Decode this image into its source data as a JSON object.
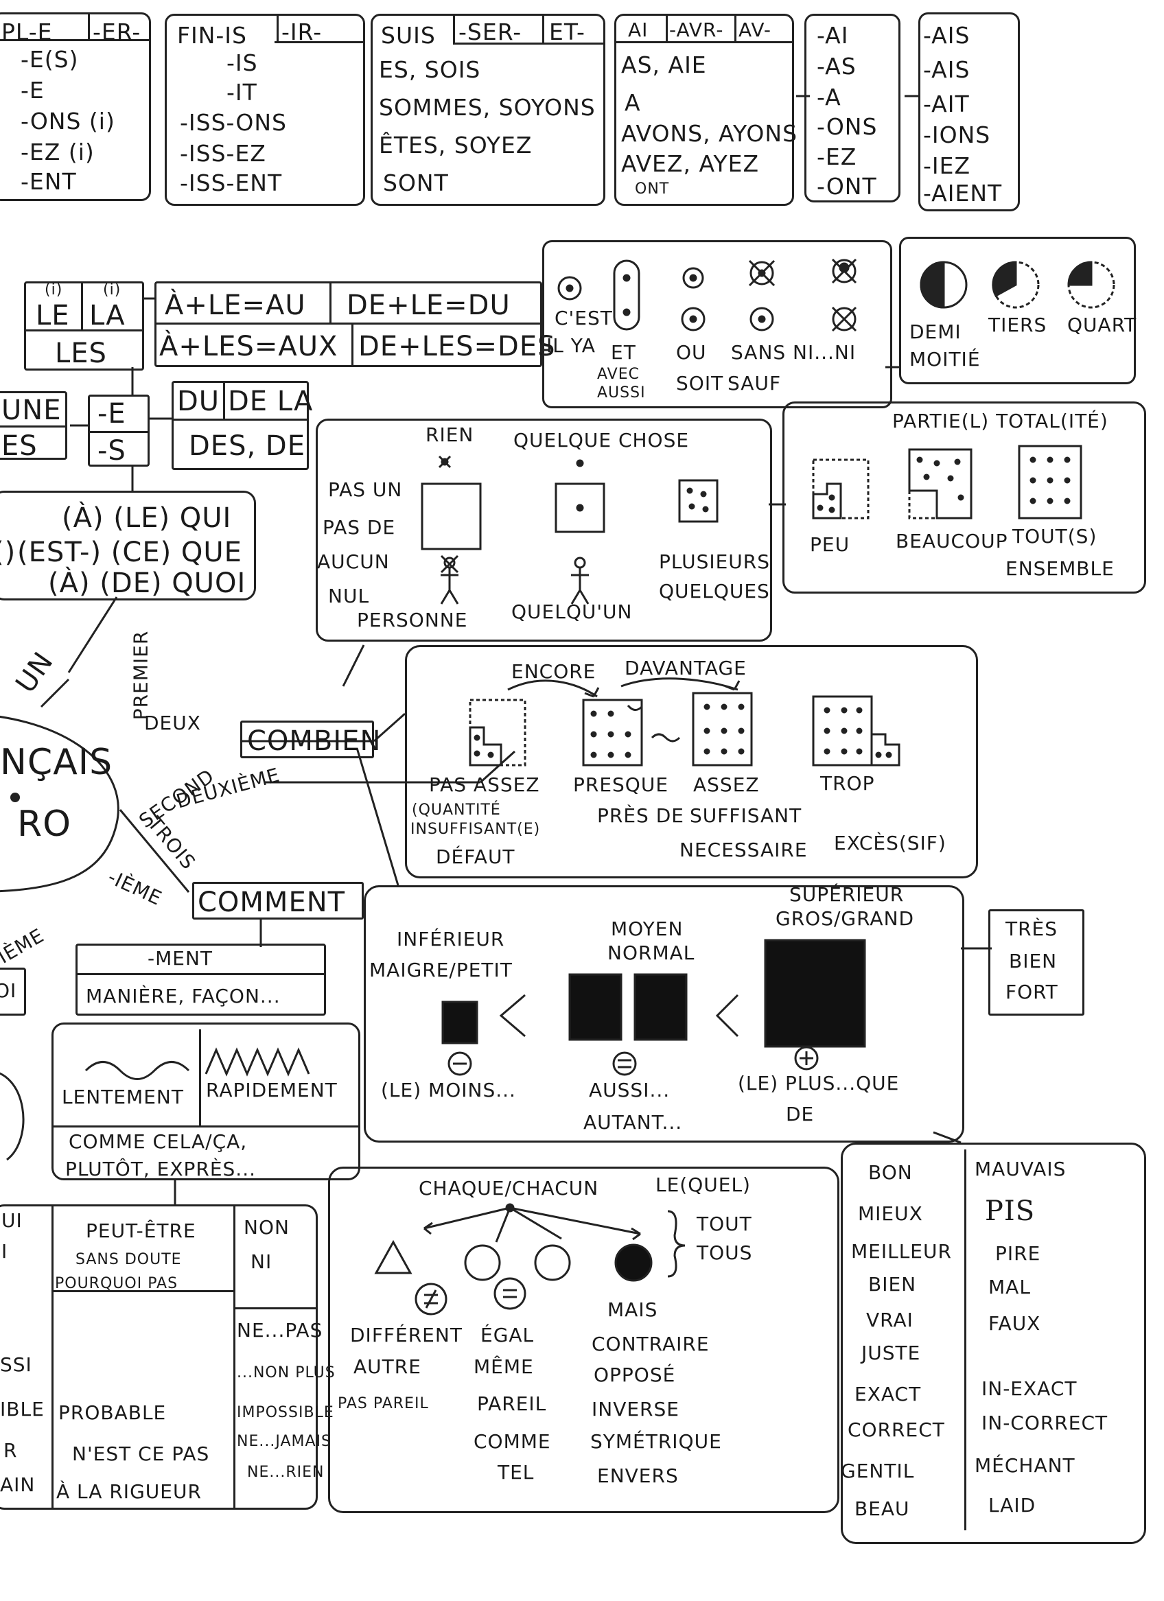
{
  "conjugation": {
    "col1": {
      "headers": [
        "PL-E",
        "-ER-"
      ],
      "rows": [
        "-E(S)",
        "-E",
        "-ONS (i)",
        "-EZ (i)",
        "-ENT"
      ]
    },
    "col2": {
      "headers": [
        "FIN-IS",
        "-IR-"
      ],
      "rows": [
        "-IS",
        "-IT",
        "-ISS-ONS",
        "-ISS-EZ",
        "-ISS-ENT"
      ]
    },
    "col3": {
      "headers": [
        "SUIS",
        "-SER-",
        "ET-"
      ],
      "rows": [
        "ES, SOIS",
        "SOMMES, SOYONS",
        "ÊTES, SOYEZ",
        "SONT"
      ]
    },
    "col4": {
      "headers": [
        "AI",
        "-AVR-",
        "AV-"
      ],
      "rows": [
        "AS, AIE",
        "A",
        "AVONS, AYONS",
        "AVEZ, AYEZ",
        "ONT"
      ]
    },
    "col5": {
      "rows": [
        "-AI",
        "-AS",
        "-A",
        "-ONS",
        "-EZ",
        "-ONT"
      ]
    },
    "col6": {
      "rows": [
        "-AIS",
        "-AIS",
        "-AIT",
        "-IONS",
        "-IEZ",
        "-AIENT"
      ]
    }
  },
  "articles": {
    "le": "LE",
    "la": "LA",
    "les": "LES",
    "mark": "(i)",
    "une": "UNE",
    "es": "ES",
    "e": "-E",
    "s": "-S",
    "du": "DU",
    "de_la": "DE LA",
    "des_de": "DES, DE"
  },
  "contractions": [
    "À+LE=AU",
    "DE+LE=DU",
    "À+LES=AUX",
    "DE+LES=DES"
  ],
  "logic": {
    "labels": [
      "C'EST",
      "IL YA",
      "ET",
      "AVEC",
      "AUSSI",
      "OU",
      "SOIT",
      "SANS",
      "SAUF",
      "NI...NI"
    ]
  },
  "fractions": {
    "labels": [
      "DEMI",
      "MOITIÉ",
      "TIERS",
      "QUART"
    ]
  },
  "quantity": {
    "left": [
      "PAS UN",
      "PAS DE",
      "AUCUN",
      "NUL"
    ],
    "top": [
      "RIEN",
      "QUELQUE CHOSE"
    ],
    "bottom": [
      "PERSONNE",
      "QUELQU'UN"
    ],
    "right": [
      "PLUSIEURS",
      "QUELQUES"
    ]
  },
  "totality": {
    "header": "PARTIE(L) TOTAL(ITÉ)",
    "labels": [
      "PEU",
      "BEAUCOUP",
      "TOUT(S)",
      "ENSEMBLE"
    ]
  },
  "relatives": {
    "lines": [
      "(À) (LE) QUI",
      "(EST-) (CE) QUE",
      "(À) (DE) QUOI"
    ],
    "partial": "()"
  },
  "wheel": {
    "center": [
      "NÇAIS",
      "RO"
    ],
    "spokes": [
      "UN",
      "PREMIER",
      "DEUX",
      "SECOND",
      "DEUXIÈME",
      "TROIS",
      "-IÈME",
      "IÈME"
    ]
  },
  "combien": {
    "label": "COMBIEN",
    "arrows": [
      "ENCORE",
      "DAVANTAGE"
    ],
    "cols": [
      [
        "PAS ASSEZ",
        "(QUANTITÉ",
        "INSUFFISANT(E)",
        "DÉFAUT"
      ],
      [
        "PRESQUE",
        "PRÈS DE"
      ],
      [
        "ASSEZ",
        "SUFFISANT",
        "NECESSAIRE"
      ],
      [
        "TROP",
        "EXCÈS(SIF)"
      ]
    ]
  },
  "comment": {
    "label": "COMMENT"
  },
  "comparison": {
    "labels": [
      "INFÉRIEUR",
      "MAIGRE/PETIT",
      "MOYEN",
      "NORMAL",
      "SUPÉRIEUR",
      "GROS/GRAND"
    ],
    "signs": [
      "−",
      "=",
      "+"
    ],
    "bottom": [
      "(LE) MOINS...",
      "AUSSI...",
      "AUTANT...",
      "(LE) PLUS...QUE",
      "DE"
    ],
    "intensity": [
      "TRÈS",
      "BIEN",
      "FORT"
    ]
  },
  "manner": {
    "header": "-MENT",
    "sub": "MANIÈRE, FAÇON...",
    "slow": "LENTEMENT",
    "fast": "RAPIDEMENT",
    "footer": [
      "COMME CELA/ÇA,",
      "PLUTÔT, EXPRÈS..."
    ]
  },
  "modality": {
    "partial": [
      "UI",
      "I",
      "SSI",
      "IBLE",
      "R",
      "AIN"
    ],
    "middle": [
      "PEUT-ÊTRE",
      "SANS DOUTE",
      "POURQUOI PAS",
      "PROBABLE",
      "N'EST CE PAS",
      "À LA RIGUEUR"
    ],
    "right": [
      "NON",
      "NI",
      "NE...PAS",
      "...NON PLUS",
      "IMPOSSIBLE",
      "NE...JAMAIS",
      "NE...RIEN"
    ],
    "left_edge": "OI"
  },
  "sets": {
    "header": [
      "CHAQUE/CHACUN",
      "LE(QUEL)"
    ],
    "tout": [
      "TOUT",
      "TOUS"
    ],
    "signs": [
      "≠",
      "="
    ],
    "mais": "MAIS",
    "col1": [
      "DIFFÉRENT",
      "AUTRE",
      "PAS PAREIL"
    ],
    "col2": [
      "ÉGAL",
      "MÊME",
      "PAREIL",
      "COMME",
      "TEL"
    ],
    "col3": [
      "CONTRAIRE",
      "OPPOSÉ",
      "INVERSE",
      "SYMÉTRIQUE",
      "ENVERS"
    ]
  },
  "quality": {
    "good": [
      "BON",
      "MIEUX",
      "MEILLEUR",
      "BIEN",
      "VRAI",
      "JUSTE",
      "EXACT",
      "CORRECT",
      "GENTIL",
      "BEAU"
    ],
    "bad": [
      "MAUVAIS",
      "PIS",
      "PIRE",
      "MAL",
      "FAUX",
      "IN-EXACT",
      "IN-CORRECT",
      "MÉCHANT",
      "LAID"
    ]
  }
}
